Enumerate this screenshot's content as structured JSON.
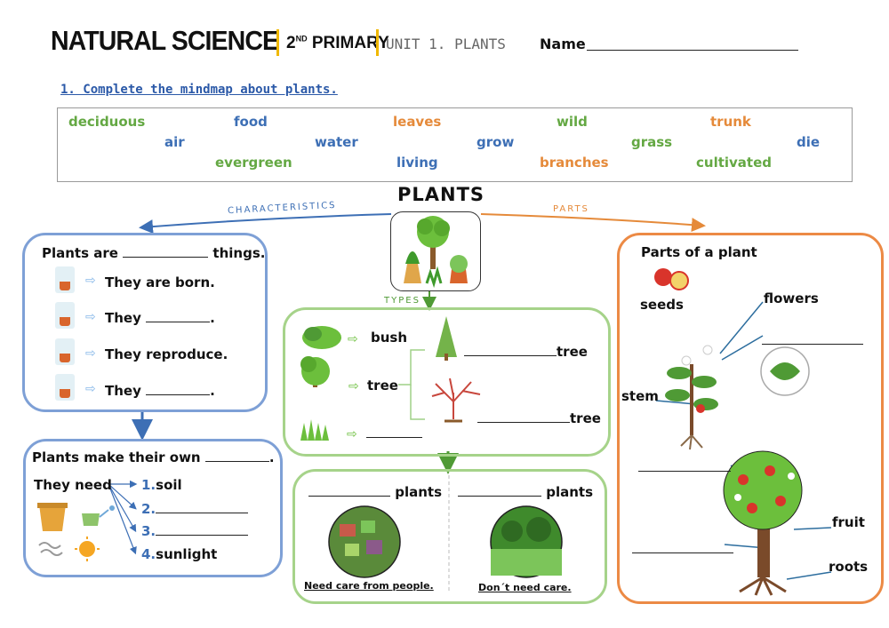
{
  "header": {
    "title": "NATURAL SCIENCE",
    "grade_num": "2",
    "grade_sup": "ND",
    "grade_word": "PRIMARY",
    "unit": "UNIT 1. PLANTS",
    "name_label": "Name"
  },
  "instruction": "1. Complete the mindmap about plants.",
  "word_bank": {
    "row1": [
      "deciduous",
      "food",
      "leaves",
      "wild",
      "trunk"
    ],
    "row2": [
      "air",
      "water",
      "grow",
      "grass",
      "die"
    ],
    "row3": [
      "evergreen",
      "living",
      "branches",
      "cultivated"
    ]
  },
  "center": {
    "title": "PLANTS",
    "characteristics_label": "CHARACTERISTICS",
    "parts_label": "PARTS",
    "types_label": "TYPES"
  },
  "characteristics": {
    "intro_prefix": "Plants are",
    "intro_suffix": "things.",
    "items": [
      "They are born.",
      "They",
      "They reproduce.",
      "They"
    ],
    "item2_suffix": ".",
    "item4_suffix": "."
  },
  "needs": {
    "title_prefix": "Plants make their own",
    "title_suffix": ".",
    "they_need": "They need",
    "n1": "1.",
    "n1_word": "soil",
    "n2": "2.",
    "n3": "3.",
    "n4": "4.",
    "n4_word": "sunlight"
  },
  "types": {
    "bush": "bush",
    "tree": "tree",
    "tree1_suffix": "tree",
    "tree2_suffix": "tree"
  },
  "plant_kinds": {
    "left_suffix": "plants",
    "right_suffix": "plants",
    "left_caption": "Need care from people.",
    "right_caption": "Don´t need care."
  },
  "parts": {
    "title": "Parts of a plant",
    "seeds": "seeds",
    "flowers": "flowers",
    "stem": "stem",
    "fruit": "fruit",
    "roots": "roots"
  }
}
